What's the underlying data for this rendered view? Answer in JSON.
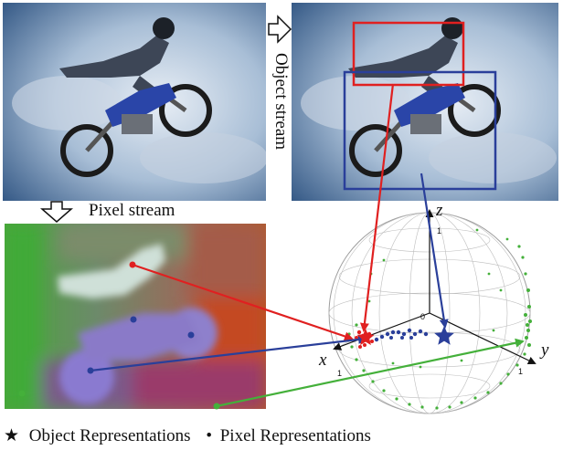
{
  "labels": {
    "object_stream": "Object stream",
    "pixel_stream": "Pixel stream"
  },
  "axes": {
    "x": "x",
    "y": "y",
    "z": "z",
    "tick_x": "1",
    "tick_y": "1",
    "tick_z": "1",
    "origin": "0"
  },
  "legend": {
    "star_symbol": "★",
    "object_label": "Object Representations",
    "dot_symbol": "•",
    "pixel_label": "Pixel Representations"
  },
  "colors": {
    "rider": "#e02020",
    "motorbike": "#2a3f9a",
    "background": "#44b03a",
    "sky_light": "#dde7f1",
    "sky_dark": "#2c4d7a"
  },
  "icons": [
    "arrow-right-outline-icon",
    "arrow-down-outline-icon",
    "star-icon",
    "dot-icon"
  ]
}
